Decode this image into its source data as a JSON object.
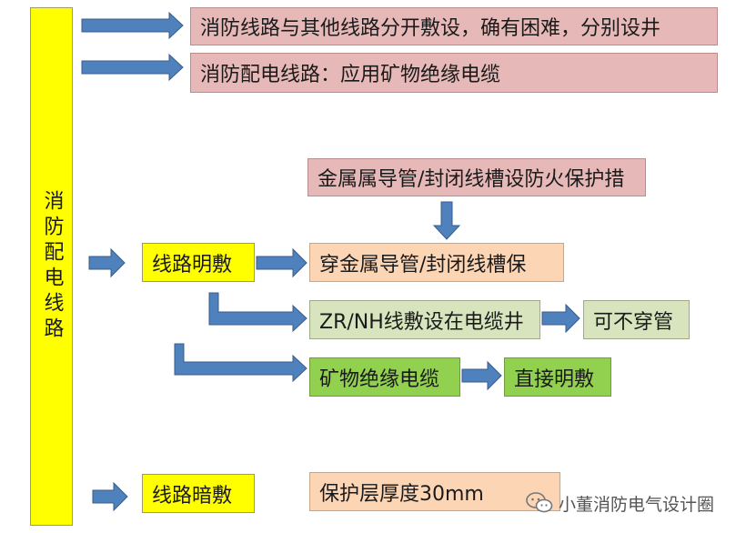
{
  "title_vertical": "消防配电线路",
  "top": {
    "rule1": "消防线路与其他线路分开敷设，确有困难，分别设井",
    "rule2": "消防配电线路：应用矿物绝缘电缆"
  },
  "exposed": {
    "label": "线路明敷",
    "protection_note": "金属属导管/封闭线槽设防火保护措",
    "option1": "穿金属导管/封闭线槽保",
    "option2": "ZR/NH线敷设在电缆井",
    "option2_result": "可不穿管",
    "option3": "矿物绝缘电缆",
    "option3_result": "直接明敷"
  },
  "concealed": {
    "label": "线路暗敷",
    "option": "保护层厚度30mm"
  },
  "watermark": "小董消防电气设计圈",
  "colors": {
    "pink": "#e6b9b8",
    "yellow": "#ffff00",
    "peach": "#fcd5b5",
    "light_green": "#d7e4bd",
    "green": "#92d050",
    "arrow": "#4f81bd"
  }
}
